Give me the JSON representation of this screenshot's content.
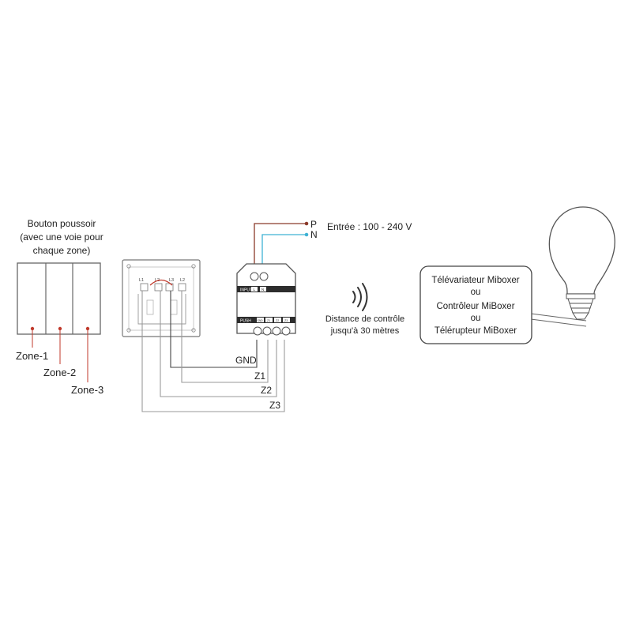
{
  "push_button": {
    "title_line1": "Bouton poussoir",
    "title_line2": "(avec une voie pour",
    "title_line3": "chaque zone)",
    "zones": [
      "Zone-1",
      "Zone-2",
      "Zone-3"
    ]
  },
  "wall_switch": {
    "terminals": [
      "L1",
      "L2",
      "L3",
      "L2"
    ]
  },
  "controller": {
    "input_label": "INPUT",
    "input_terminals": [
      "L",
      "N"
    ],
    "push_label": "PUSH",
    "push_terminals": [
      "GND",
      "Z1",
      "Z2",
      "Z3"
    ]
  },
  "power": {
    "p_label": "P",
    "n_label": "N",
    "input_text": "Entrée : 100 - 240 V",
    "p_color": "#8b3a2a",
    "n_color": "#3fb2d4"
  },
  "wires": {
    "gnd": "GND",
    "z1": "Z1",
    "z2": "Z2",
    "z3": "Z3"
  },
  "wireless": {
    "icon": "wireless-signal-icon",
    "line1": "Distance de contrôle",
    "line2": "jusqu'à 30 mètres"
  },
  "remote_box": {
    "line1": "Télévariateur Miboxer",
    "or1": "ou",
    "line2": "Contrôleur MiBoxer",
    "or2": "ou",
    "line3": "Télérupteur MiBoxer"
  },
  "colors": {
    "accent_red": "#c0392b",
    "wire_gray": "#9a9a9a",
    "outline": "#555555"
  }
}
